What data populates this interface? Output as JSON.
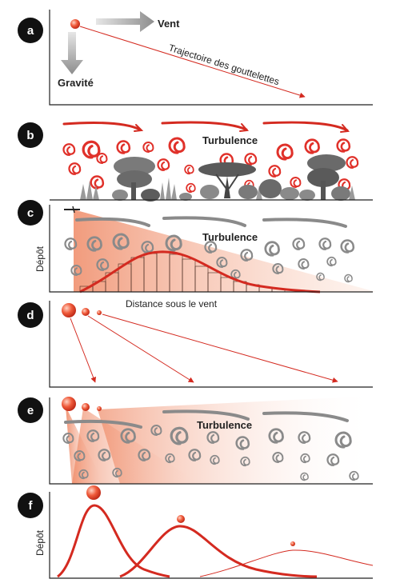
{
  "panels": [
    {
      "letter": "a",
      "labels": {
        "wind": "Vent",
        "gravity": "Gravité",
        "trajectory": "Trajectoire des gouttelettes"
      }
    },
    {
      "letter": "b",
      "labels": {
        "turbulence": "Turbulence"
      }
    },
    {
      "letter": "c",
      "labels": {
        "turbulence": "Turbulence",
        "ylabel": "Dépôt",
        "xlabel": "Distance sous le vent"
      }
    },
    {
      "letter": "d",
      "labels": {}
    },
    {
      "letter": "e",
      "labels": {
        "turbulence": "Turbulence"
      }
    },
    {
      "letter": "f",
      "labels": {
        "ylabel": "Dépôt"
      }
    }
  ],
  "colors": {
    "accent_red": "#d42a20",
    "swirl_red": "#e0312a",
    "swirl_gray": "#8a8a8a",
    "plume": "#f2a07e",
    "badge": "#111111"
  }
}
